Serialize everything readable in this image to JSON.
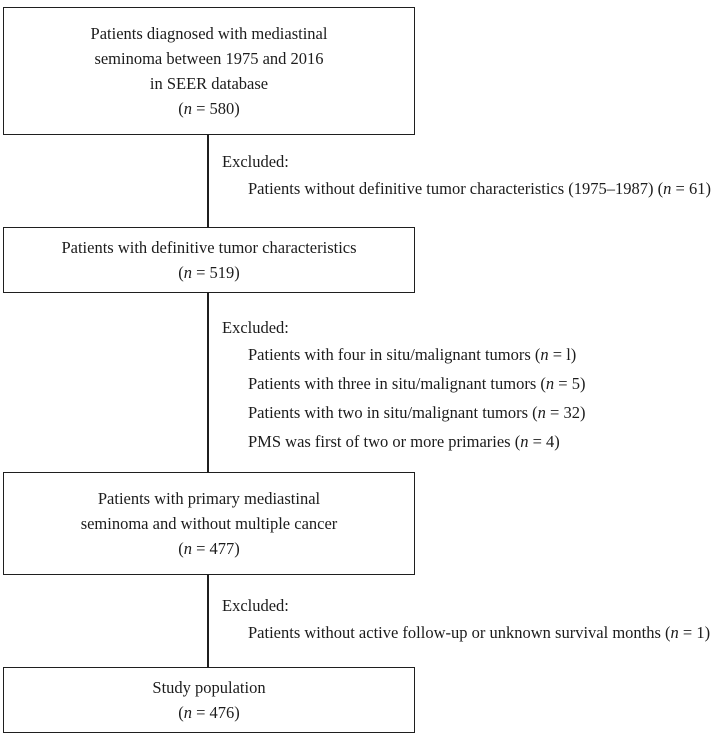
{
  "figure": {
    "colors": {
      "background": "#ffffff",
      "text": "#1c1c1c",
      "line": "#1f1f1f"
    },
    "boxes": [
      {
        "lines": [
          "Patients diagnosed with mediastinal",
          "seminoma between 1975 and 2016",
          "in SEER database"
        ],
        "count": {
          "pre": "(",
          "var": "n",
          "post": " = 580)"
        }
      },
      {
        "lines": [
          "Patients with definitive tumor characteristics"
        ],
        "count": {
          "pre": "(",
          "var": "n",
          "post": " = 519)"
        }
      },
      {
        "lines": [
          "Patients with primary mediastinal",
          "seminoma and without multiple cancer"
        ],
        "count": {
          "pre": "(",
          "var": "n",
          "post": " = 477)"
        }
      },
      {
        "lines": [
          "Study population"
        ],
        "count": {
          "pre": "(",
          "var": "n",
          "post": " = 476)"
        }
      }
    ],
    "exclusions": [
      {
        "label": "Excluded:",
        "items": [
          {
            "pre": "Patients without definitive tumor characteristics (1975–1987) (",
            "var": "n",
            "post": " = 61)"
          }
        ]
      },
      {
        "label": "Excluded:",
        "items": [
          {
            "pre": "Patients with four in situ/malignant tumors (",
            "var": "n",
            "post": " = l)"
          },
          {
            "pre": "Patients with three in situ/malignant tumors (",
            "var": "n",
            "post": " = 5)"
          },
          {
            "pre": "Patients with two in situ/malignant tumors (",
            "var": "n",
            "post": " = 32)"
          },
          {
            "pre": "PMS was first of two or more primaries (",
            "var": "n",
            "post": " = 4)"
          }
        ]
      },
      {
        "label": "Excluded:",
        "items": [
          {
            "pre": "Patients without active follow-up or unknown survival months (",
            "var": "n",
            "post": " = 1)"
          }
        ]
      }
    ]
  }
}
